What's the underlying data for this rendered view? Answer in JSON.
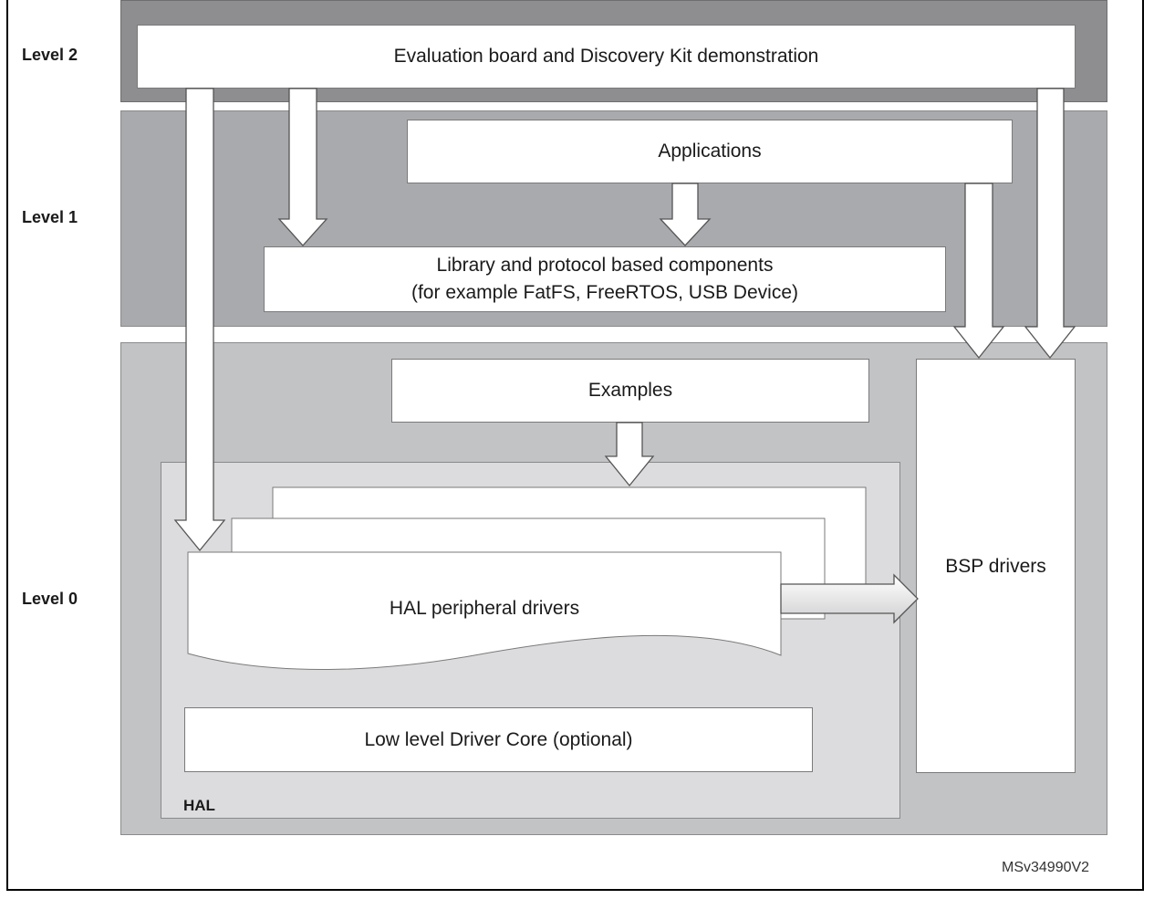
{
  "levels": {
    "level2": "Level 2",
    "level1": "Level 1",
    "level0": "Level 0"
  },
  "boxes": {
    "evaluation": "Evaluation board and Discovery Kit demonstration",
    "applications": "Applications",
    "library_line1": "Library and protocol based components",
    "library_line2": "(for example FatFS, FreeRTOS, USB  Device)",
    "examples": "Examples",
    "hal_peripheral": "HAL peripheral drivers",
    "low_level": "Low level Driver Core (optional)",
    "bsp": "BSP drivers",
    "hal_group": "HAL"
  },
  "doc_ref": "MSv34990V2",
  "colors": {
    "level2_band": "#8e8e91",
    "level1_band": "#a9aaad",
    "level0_band": "#c2c3c5",
    "hal_band": "#dcdcde"
  }
}
